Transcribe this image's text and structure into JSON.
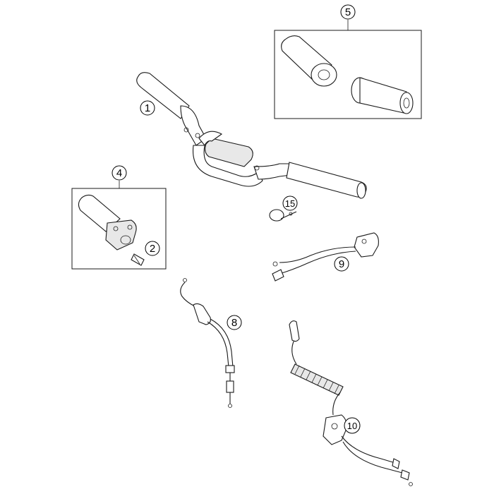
{
  "callouts": [
    {
      "label": "1"
    },
    {
      "label": "2"
    },
    {
      "label": "4"
    },
    {
      "label": "5"
    },
    {
      "label": "8"
    },
    {
      "label": "9"
    },
    {
      "label": "10"
    },
    {
      "label": "15"
    }
  ]
}
